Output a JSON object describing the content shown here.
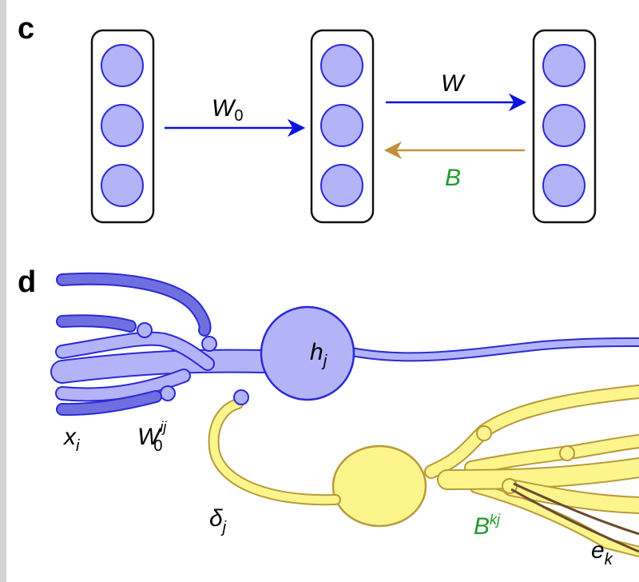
{
  "panel_c": {
    "letter": "c",
    "labels": {
      "w0_main": "W",
      "w0_sub": "0",
      "w": "W",
      "b": "B"
    }
  },
  "panel_d": {
    "letter": "d",
    "labels": {
      "h_main": "h",
      "h_sub": "j",
      "x_main": "x",
      "x_sub": "i",
      "w0_main": "W",
      "w0_sup": "ij",
      "w0_sub": "0",
      "delta_main": "δ",
      "delta_sub": "j",
      "b_main": "B",
      "b_sup": "kj",
      "e_main": "e",
      "e_sub": "k"
    }
  },
  "colors": {
    "blue_fill": "#b3b3f7",
    "blue_stroke": "#2a2ad6",
    "blue_arrow": "#0a14e0",
    "tan_arrow": "#c1913a",
    "green_text": "#1f9a2e",
    "yellow_fill": "#fbf58c",
    "yellow_stroke": "#b89a3a",
    "dark_blue_axon": "#6f6fe0"
  }
}
